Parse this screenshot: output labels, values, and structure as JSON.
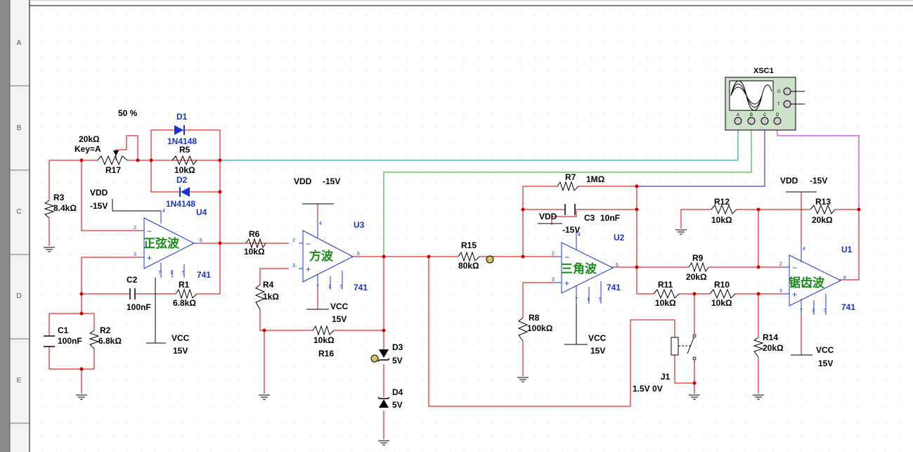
{
  "rows": [
    "A",
    "B",
    "C",
    "D",
    "E"
  ],
  "colors": {
    "wire": "#cc0000",
    "part": "#1a33cc",
    "ground": "#000000",
    "ch_a": "#009090",
    "ch_b": "#22aa22",
    "ch_c": "#1a1a8a",
    "ch_d": "#aa22cc",
    "opamp_text": "#1a8a1a"
  },
  "scope": {
    "name": "XSC1",
    "ch": [
      "A",
      "B",
      "C",
      "D"
    ],
    "g": "G",
    "t": "T"
  },
  "pot": {
    "pct": "50 %",
    "val": "20kΩ",
    "key": "Key=A",
    "name": "R17"
  },
  "diodes": [
    {
      "name": "D1",
      "model": "1N4148"
    },
    {
      "name": "D2",
      "model": "1N4148"
    },
    {
      "name": "D3",
      "val": "5V"
    },
    {
      "name": "D4",
      "val": "5V"
    }
  ],
  "res": {
    "R1": [
      "R1",
      "6.8kΩ"
    ],
    "R2": [
      "R2",
      "6.8kΩ"
    ],
    "R3": [
      "R3",
      "8.4kΩ"
    ],
    "R4": [
      "R4",
      "1kΩ"
    ],
    "R5": [
      "R5",
      "10kΩ"
    ],
    "R6": [
      "R6",
      "10kΩ"
    ],
    "R7": [
      "R7",
      "1MΩ"
    ],
    "R8": [
      "R8",
      "100kΩ"
    ],
    "R9": [
      "R9",
      "20kΩ"
    ],
    "R10": [
      "R10",
      "10kΩ"
    ],
    "R11": [
      "R11",
      "10kΩ"
    ],
    "R12": [
      "R12",
      "10kΩ"
    ],
    "R13": [
      "R13",
      "20kΩ"
    ],
    "R14": [
      "R14",
      "20kΩ"
    ],
    "R15": [
      "R15",
      "80kΩ"
    ],
    "R16": [
      "R16",
      "10kΩ"
    ]
  },
  "caps": {
    "C1": [
      "C1",
      "100nF"
    ],
    "C2": [
      "C2",
      "100nF"
    ],
    "C3": [
      "C3",
      "10nF"
    ]
  },
  "power": {
    "vdd": "VDD",
    "vneg": "-15V",
    "vcc": "VCC",
    "vpos": "15V"
  },
  "opamps": [
    {
      "id": "U4",
      "name": "正弦波",
      "model": "741"
    },
    {
      "id": "U3",
      "name": "方波",
      "model": "741"
    },
    {
      "id": "U2",
      "name": "三角波",
      "model": "741"
    },
    {
      "id": "U1",
      "name": "锯齿波",
      "model": "741"
    }
  ],
  "pins": {
    "p2": "2",
    "p3": "3",
    "p4": "4",
    "p6": "6",
    "p7": "7",
    "p1": "1",
    "p5": "5"
  },
  "switch": {
    "name": "J1",
    "val": "1.5V 0V"
  }
}
